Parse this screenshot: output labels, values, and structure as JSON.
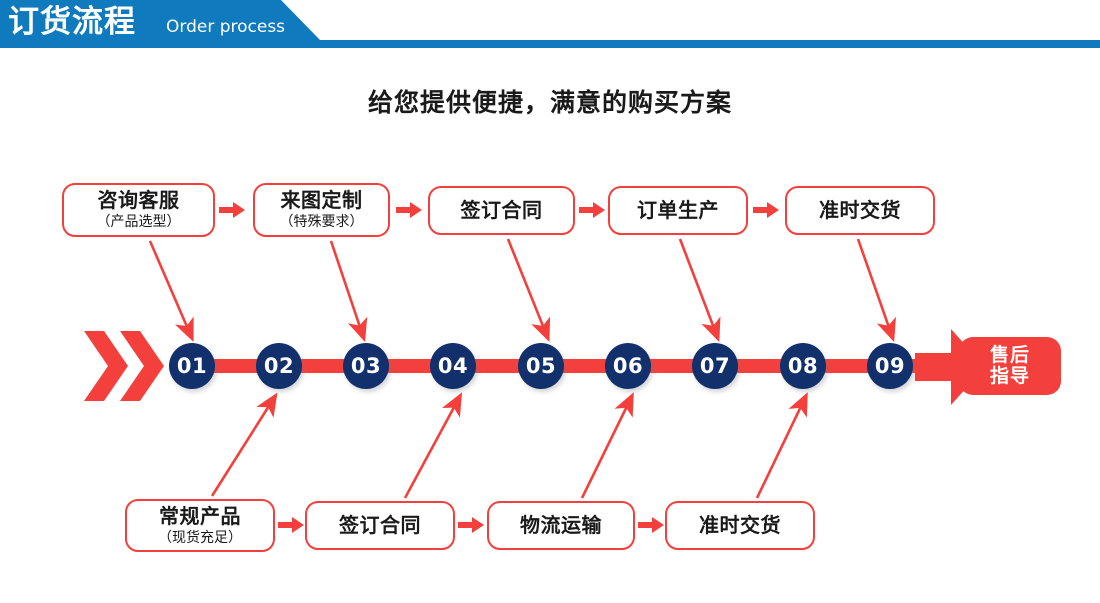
{
  "header": {
    "title": "订货流程",
    "subtitle": "Order process",
    "brand_color": "#0f7abd"
  },
  "page": {
    "subtitle": "给您提供便捷，满意的购买方案",
    "accent_red": "#f4403c",
    "accent_navy": "#12306b",
    "background": "#ffffff"
  },
  "top_flow": {
    "boxes": [
      {
        "line1": "咨询客服",
        "line2": "（产品选型）"
      },
      {
        "line1": "来图定制",
        "line2": "（特殊要求）"
      },
      {
        "line1": "签订合同",
        "line2": ""
      },
      {
        "line1": "订单生产",
        "line2": ""
      },
      {
        "line1": "准时交货",
        "line2": ""
      }
    ]
  },
  "bottom_flow": {
    "boxes": [
      {
        "line1": "常规产品",
        "line2": "（现货充足）"
      },
      {
        "line1": "签订合同",
        "line2": ""
      },
      {
        "line1": "物流运输",
        "line2": ""
      },
      {
        "line1": "准时交货",
        "line2": ""
      }
    ]
  },
  "timeline": {
    "steps": [
      "01",
      "02",
      "03",
      "04",
      "05",
      "06",
      "07",
      "08",
      "09"
    ],
    "endcap": {
      "line1": "售后",
      "line2": "指导"
    }
  }
}
